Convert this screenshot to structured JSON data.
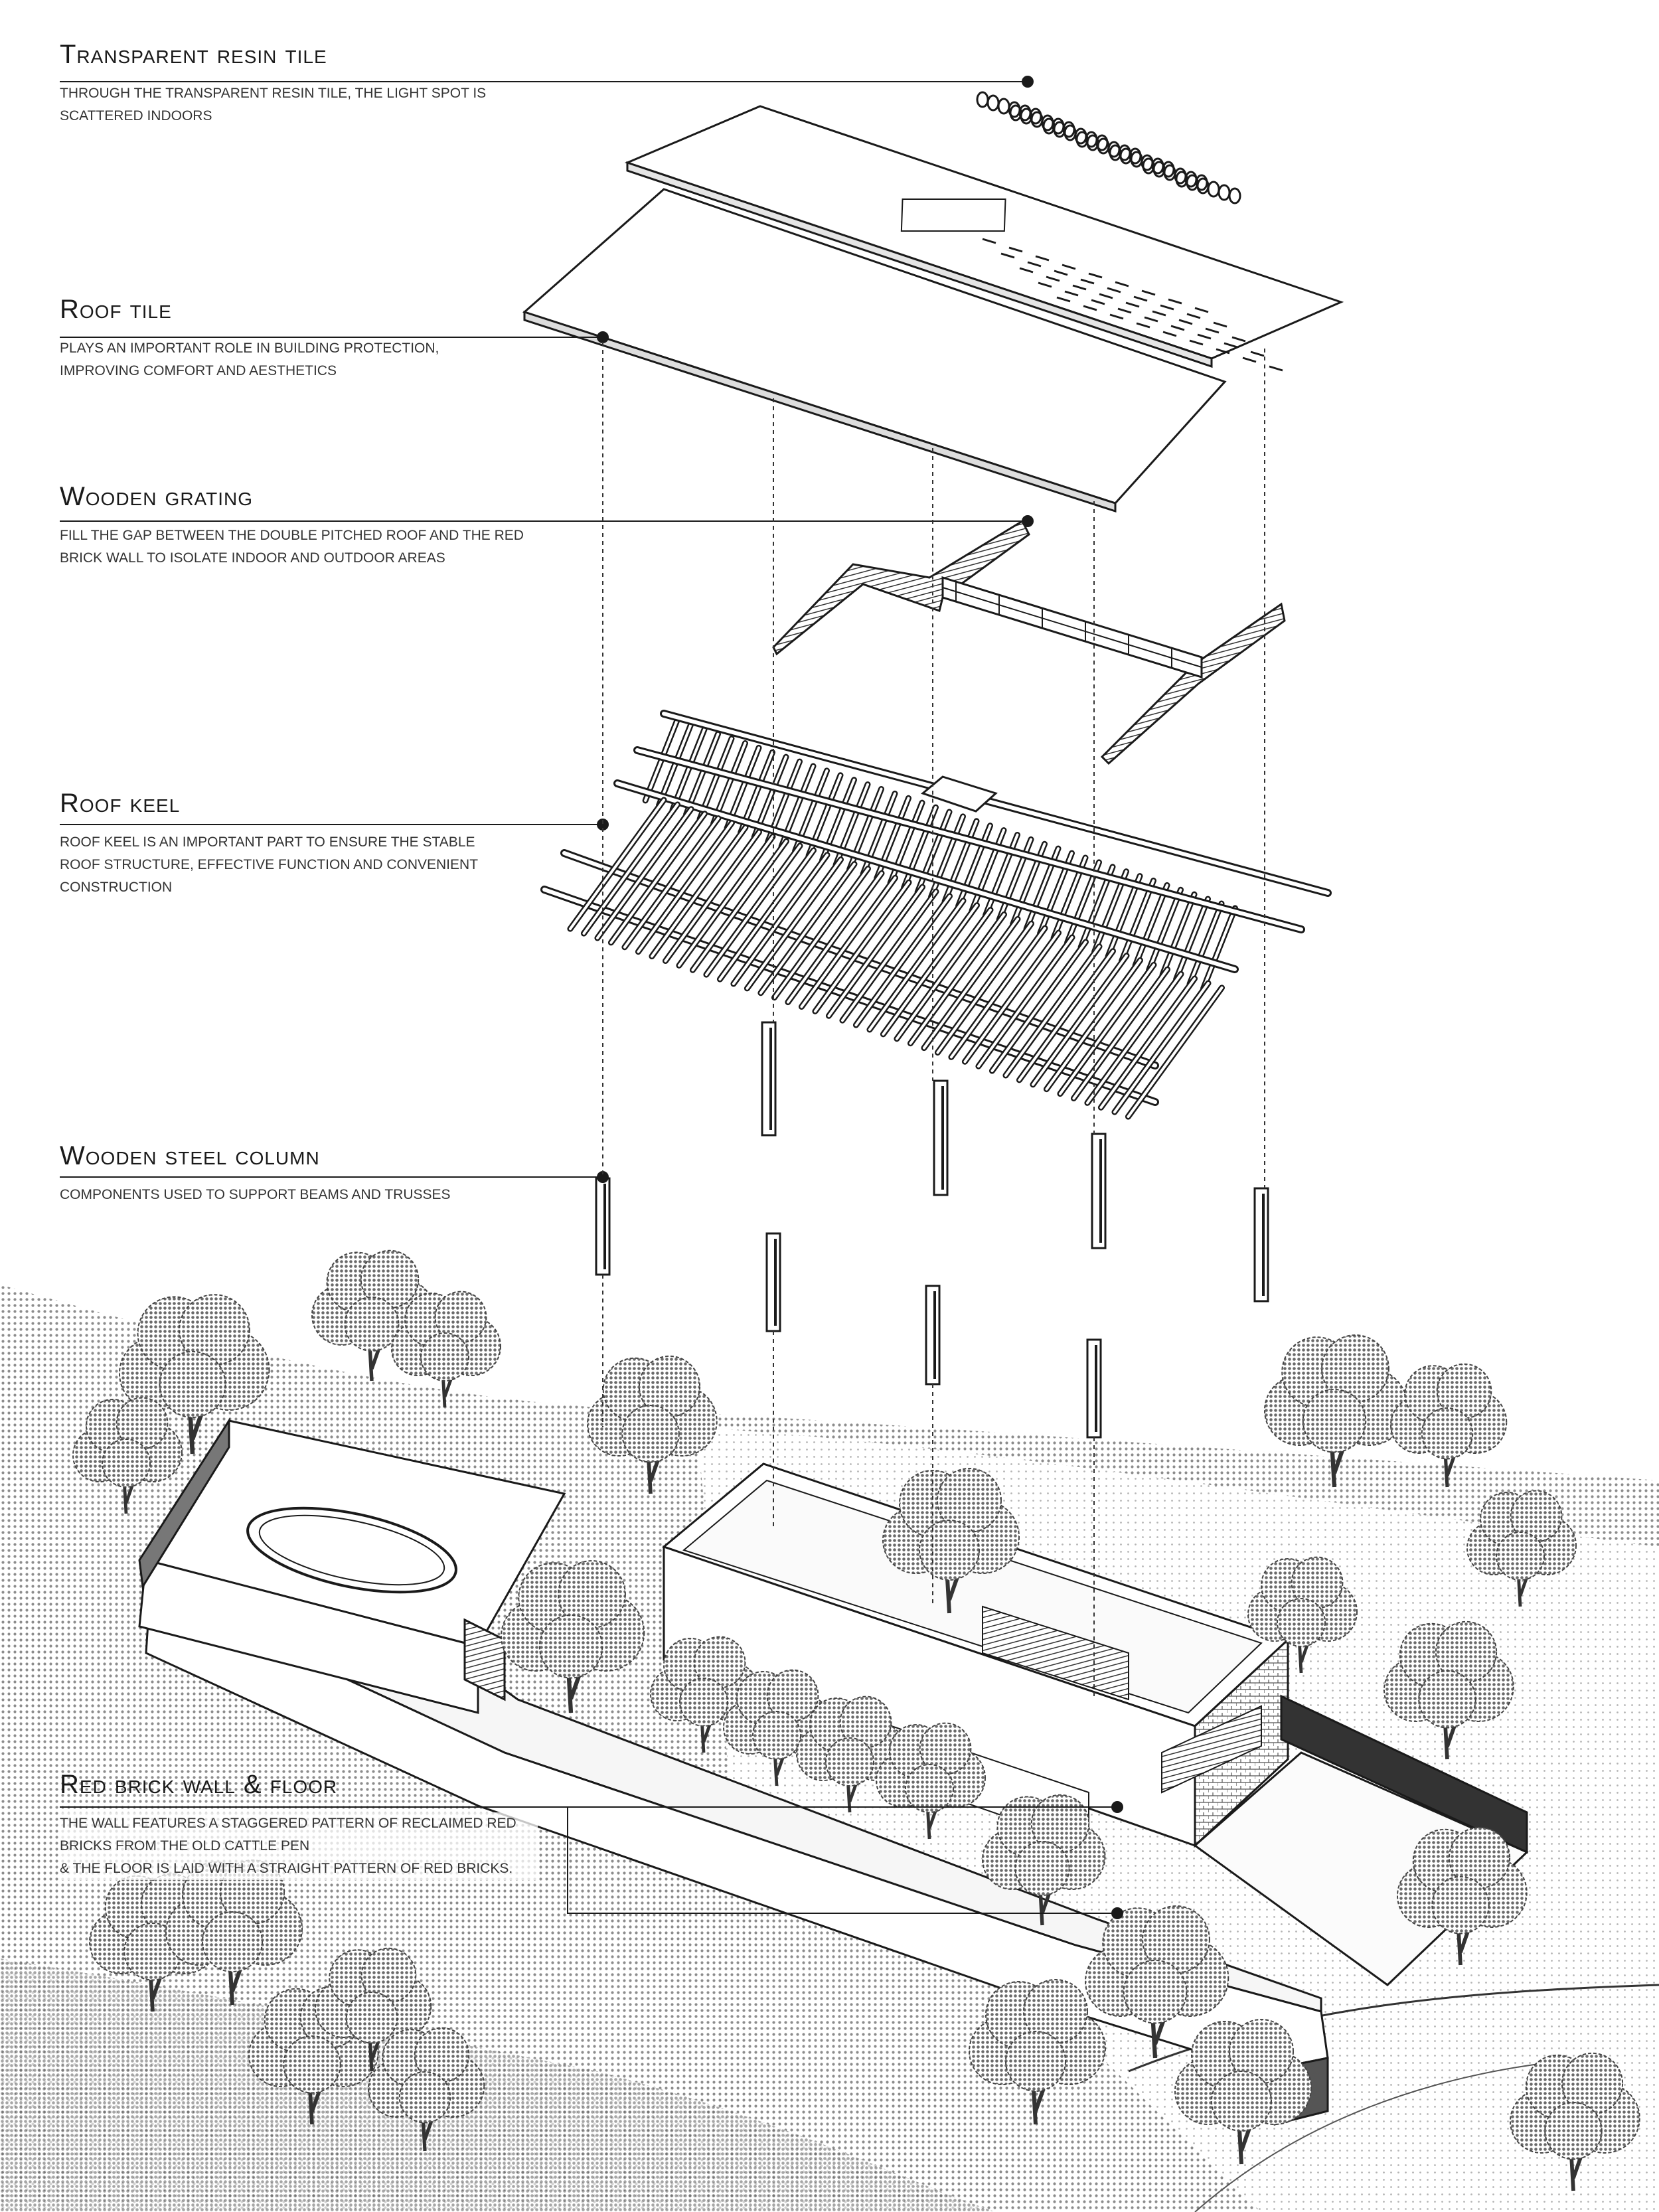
{
  "labels": [
    {
      "id": "transparent-resin-tile",
      "title": "Transparent resin tile",
      "desc": [
        "THROUGH THE TRANSPARENT RESIN TILE, THE LIGHT SPOT IS",
        "SCATTERED INDOORS"
      ]
    },
    {
      "id": "roof-tile",
      "title": "Roof tile",
      "desc": [
        "PLAYS AN IMPORTANT ROLE IN BUILDING PROTECTION,",
        "IMPROVING COMFORT AND AESTHETICS"
      ]
    },
    {
      "id": "wooden-grating",
      "title": "Wooden grating",
      "desc": [
        "FILL THE GAP BETWEEN THE DOUBLE PITCHED ROOF AND THE RED",
        "BRICK WALL TO ISOLATE INDOOR AND OUTDOOR AREAS"
      ]
    },
    {
      "id": "roof-keel",
      "title": "Roof keel",
      "desc": [
        "ROOF KEEL IS AN IMPORTANT PART TO ENSURE THE STABLE",
        "ROOF STRUCTURE, EFFECTIVE FUNCTION AND CONVENIENT",
        "CONSTRUCTION"
      ]
    },
    {
      "id": "wooden-steel-column",
      "title": "Wooden steel column",
      "desc": [
        "COMPONENTS USED TO SUPPORT BEAMS AND TRUSSES"
      ]
    },
    {
      "id": "red-brick-wall-floor",
      "title": "Red brick wall & floor",
      "desc": [
        "THE WALL FEATURES A STAGGERED PATTERN OF RECLAIMED RED",
        "BRICKS FROM  THE OLD CATTLE PEN",
        "& THE FLOOR IS LAID WITH A STRAIGHT PATTERN OF RED BRICKS."
      ]
    }
  ],
  "colors": {
    "line": "#1a1a1a",
    "halftone": "#9a9a9a",
    "tree": "#555555"
  }
}
